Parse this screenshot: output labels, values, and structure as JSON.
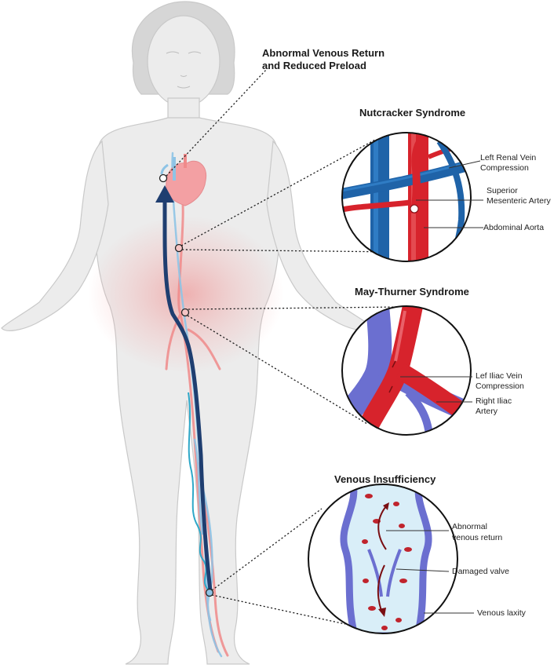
{
  "figure": {
    "callouts": {
      "preload": {
        "line1": "Abnormal Venous Return",
        "line2": "and Reduced Preload"
      },
      "nutcracker": {
        "title": "Nutcracker Syndrome",
        "labels": {
          "renal_1": "Left Renal Vein",
          "renal_2": "Compression",
          "sma_1": "Superior",
          "sma_2": "Mesenteric Artery",
          "aorta": "Abdominal Aorta"
        }
      },
      "may_thurner": {
        "title": "May-Thurner Syndrome",
        "labels": {
          "iliac_vein_1": "Lef Iliac Vein",
          "iliac_vein_2": "Compression",
          "iliac_artery_1": "Right Iliac",
          "iliac_artery_2": "Artery"
        }
      },
      "venous_insufficiency": {
        "title": "Venous Insufficiency",
        "labels": {
          "return_1": "Abnormal",
          "return_2": "venous return",
          "valve": "Damaged valve",
          "laxity": "Venous laxity"
        }
      }
    },
    "colors": {
      "vein": "#2a6cb0",
      "artery": "#d7232c",
      "vein_purple": "#6b6fd0",
      "body": "#ececec",
      "body_outline": "#c9c9c9",
      "hip_glow": "#f08080",
      "flow_arrow": "#1f3e70"
    }
  }
}
